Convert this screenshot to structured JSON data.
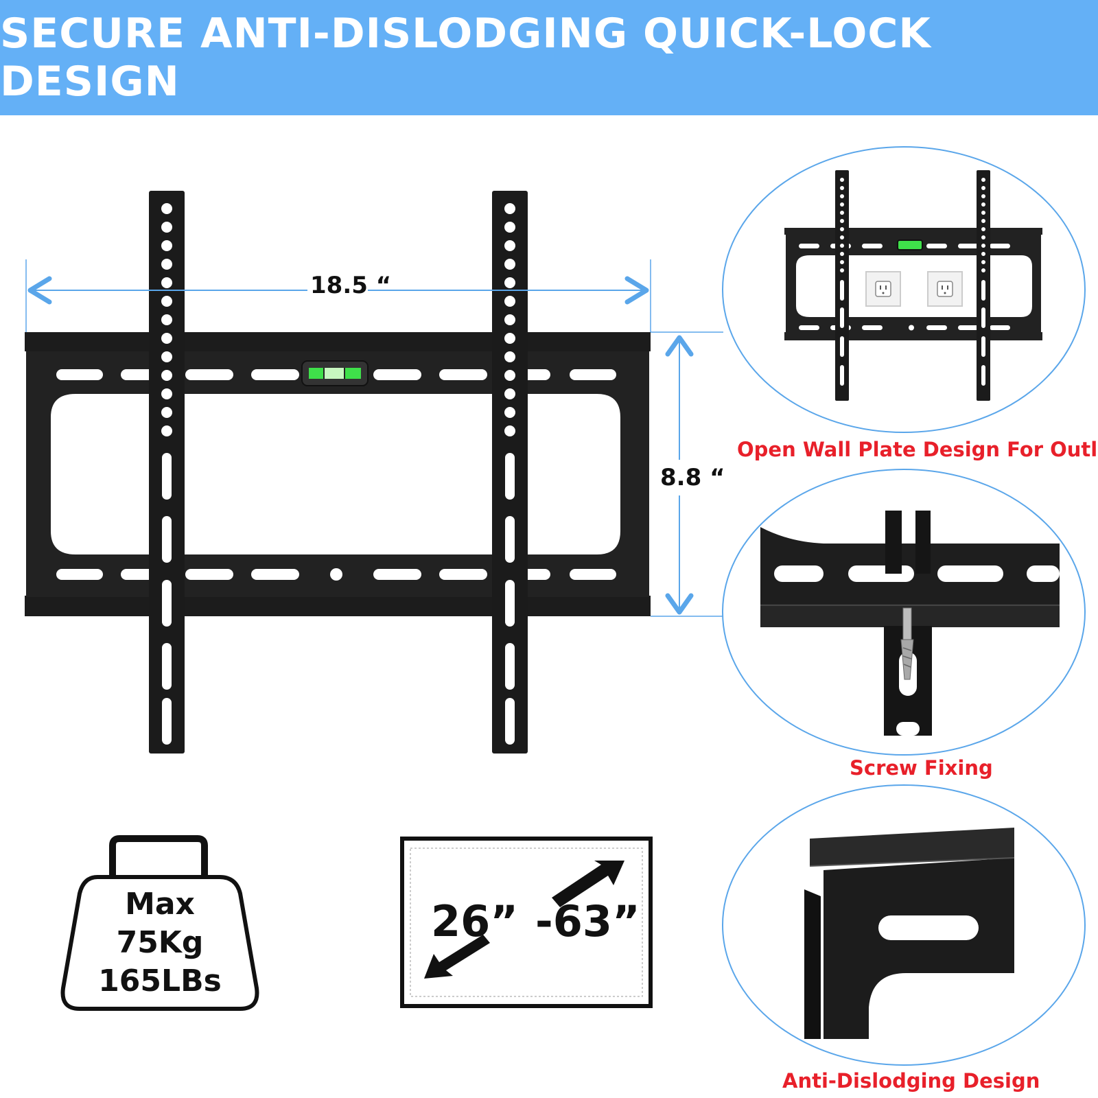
{
  "header": {
    "title": "SECURE ANTI-DISLODGING QUICK-LOCK DESIGN"
  },
  "dimensions": {
    "width_label": "18.5 “",
    "height_label": "8.8 “"
  },
  "features": [
    {
      "caption": "Open Wall Plate Design For Outlet"
    },
    {
      "caption": "Screw Fixing"
    },
    {
      "caption": "Anti-Dislodging Design"
    }
  ],
  "load": {
    "line1": "Max",
    "line2": "75Kg",
    "line3": "165LBs"
  },
  "tv_size": {
    "min": "26”",
    "max": "-63”"
  },
  "colors": {
    "banner": "#64b0f6",
    "caption": "#e8202a",
    "dimension": "#5aa6ea",
    "bracket": "#1b1b1b",
    "level": "#3fe04a"
  }
}
